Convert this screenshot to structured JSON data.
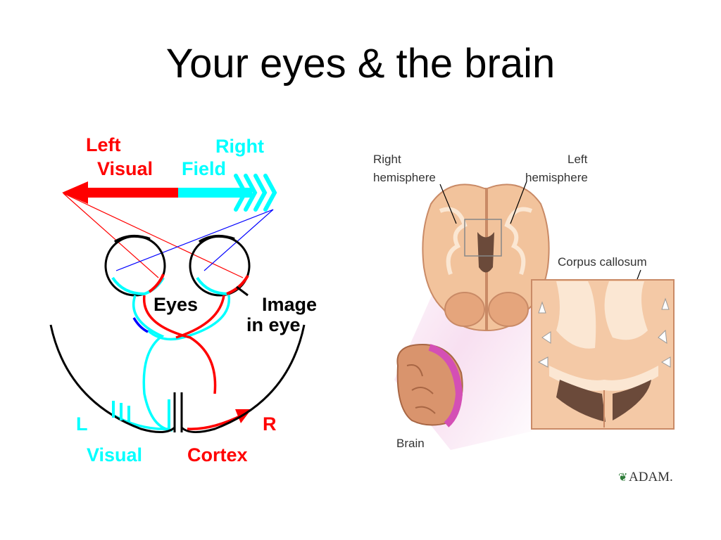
{
  "slide": {
    "title": "Your eyes & the brain"
  },
  "visual_pathway": {
    "labels": {
      "left": "Left",
      "right": "Right",
      "visual_top": "Visual",
      "field": "Field",
      "eyes": "Eyes",
      "image": "Image",
      "in_eye": "in eye",
      "L": "L",
      "R": "R",
      "visual_bottom": "Visual",
      "cortex": "Cortex"
    },
    "colors": {
      "red": "#ff0000",
      "cyan": "#00ffff",
      "blue": "#0000ff",
      "black": "#000000"
    }
  },
  "brain_section": {
    "labels": {
      "right_hemisphere_1": "Right",
      "right_hemisphere_2": "hemisphere",
      "left_hemisphere_1": "Left",
      "left_hemisphere_2": "hemisphere",
      "corpus_callosum": "Corpus callosum",
      "brain": "Brain",
      "credit": "ADAM."
    },
    "colors": {
      "tissue": "#f2c39c",
      "white_matter": "#fbe7d3",
      "outline": "#c98a66",
      "ventricle": "#6b4a3a",
      "highlight": "#d44fb5",
      "background_tint": "#f7dcef"
    }
  }
}
